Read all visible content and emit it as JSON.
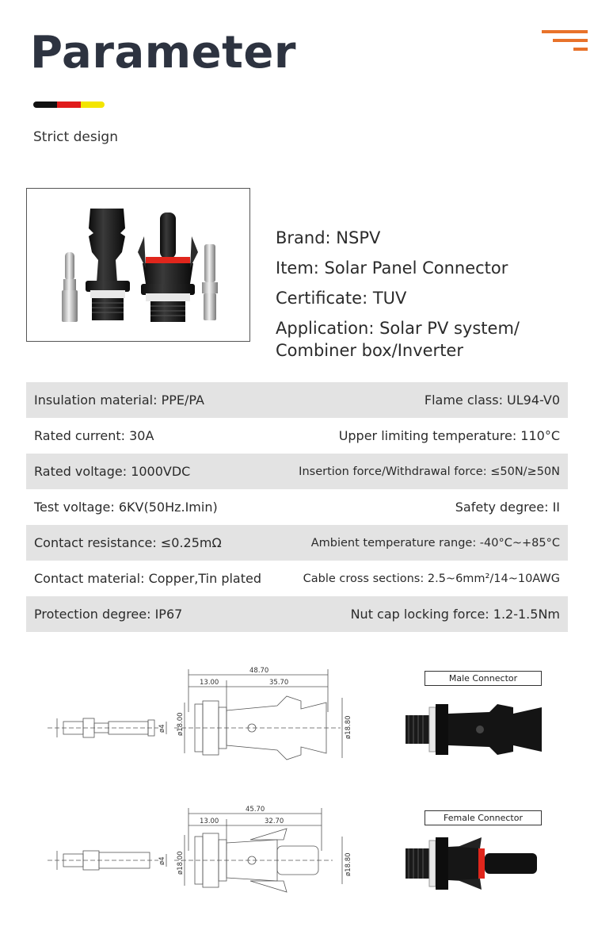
{
  "header": {
    "title": "Parameter",
    "subtitle": "Strict design"
  },
  "colors": {
    "accent": "#e8722a",
    "flag": [
      "#111111",
      "#e01b1b",
      "#f3e500"
    ],
    "row_shade": "#e3e3e3"
  },
  "product_info": {
    "brand": "Brand: NSPV",
    "item": "Item: Solar Panel Connector",
    "certificate": "Certificate: TUV",
    "application_line1": "Application: Solar PV system/",
    "application_line2": "Combiner box/Inverter"
  },
  "specs": [
    {
      "left": "Insulation material: PPE/PA",
      "right": "Flame class: UL94-V0"
    },
    {
      "left": "Rated current: 30A",
      "right": "Upper limiting temperature: 110°C"
    },
    {
      "left": "Rated voltage: 1000VDC",
      "right": "Insertion force/Withdrawal force: ≤50N/≥50N"
    },
    {
      "left": "Test voltage: 6KV(50Hz.Imin)",
      "right": "Safety degree: II"
    },
    {
      "left": "Contact resistance: ≤0.25mΩ",
      "right": "Ambient temperature range: -40°C~+85°C"
    },
    {
      "left": "Contact material: Copper,Tin plated",
      "right": "Cable cross sections: 2.5~6mm²/14~10AWG"
    },
    {
      "left": "Protection degree: IP67",
      "right": "Nut cap locking force: 1.2-1.5Nm"
    }
  ],
  "drawings": {
    "male": {
      "label": "Male Connector",
      "overall": "48.70",
      "nut": "13.00",
      "body": "35.70",
      "dia_body": "ø18.00",
      "dia_end": "ø18.80",
      "dia_pin": "ø4"
    },
    "female": {
      "label": "Female Connector",
      "overall": "45.70",
      "nut": "13.00",
      "body": "32.70",
      "dia_body": "ø18.00",
      "dia_end": "ø18.80",
      "dia_pin": "ø4"
    }
  }
}
